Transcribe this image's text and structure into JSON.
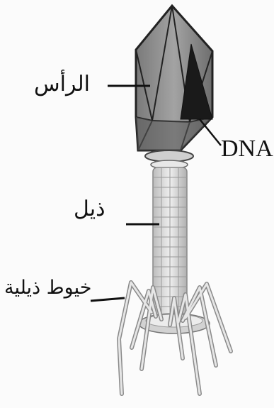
{
  "labels": {
    "head": "الرأس",
    "dna": "DNA",
    "tail": "ذيل",
    "tail_fibers": "خيوط ذيلية"
  },
  "colors": {
    "head_fill": "#8e8e8e",
    "head_dark": "#555555",
    "dna_fill": "#1a1a1a",
    "tail_fill": "#d9d9d9",
    "outline": "#222222",
    "leader_line": "#111111"
  }
}
